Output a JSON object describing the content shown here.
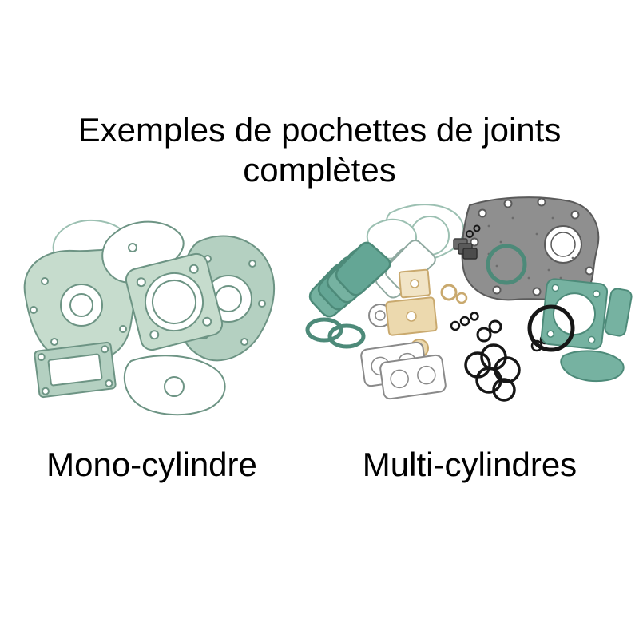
{
  "title": {
    "line1": "Exemples de pochettes de joints",
    "line2": "complètes"
  },
  "figures": {
    "left": {
      "caption": "Mono-cylindre",
      "image_name": "mono-cylinder-complete-gasket-set"
    },
    "right": {
      "caption": "Multi-cylindres",
      "image_name": "multi-cylinder-complete-gasket-set"
    }
  },
  "colors": {
    "background": "#ffffff",
    "text": "#000000",
    "gasket_green_fill": "#c6dccd",
    "gasket_green_fill_2": "#b4d0c1",
    "gasket_green_stroke": "#6d9484",
    "outline_light": "#9cc0b2",
    "teal_fill": "#76b2a1",
    "teal_fill_2": "#64a695",
    "teal_stroke": "#4d8a79",
    "gray_fill": "#8f8f8f",
    "gray_stroke": "#5a5a5a",
    "tan_fill": "#ecd9ae",
    "tan_stroke": "#c9a96e",
    "oring_black": "#161616"
  }
}
